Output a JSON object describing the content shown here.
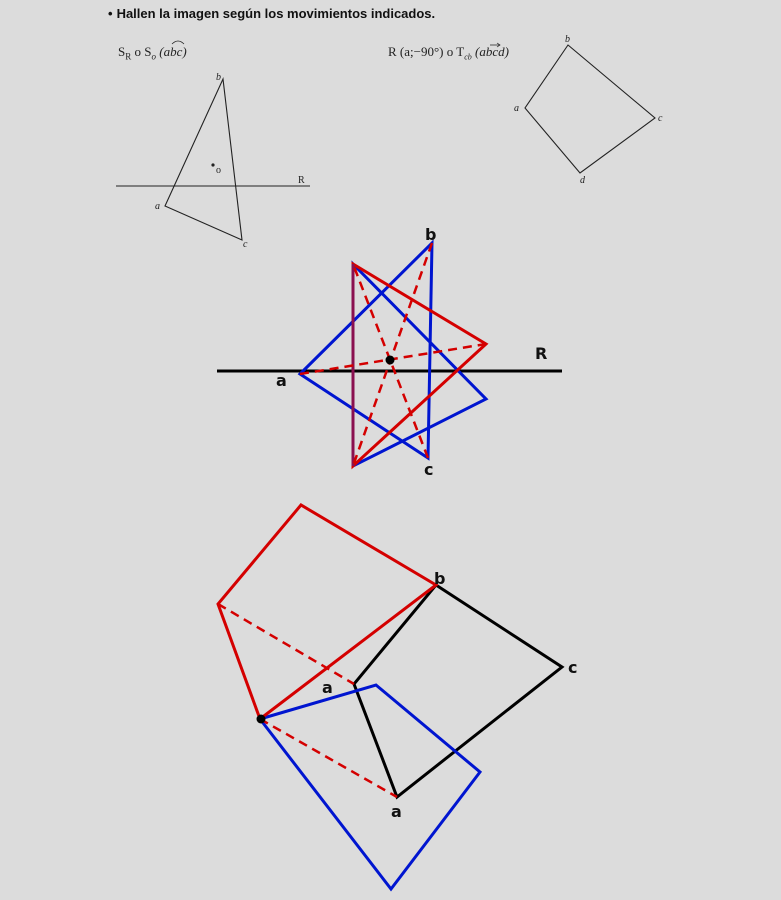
{
  "instruction": "Hallen la imagen según los movimientos indicados.",
  "task1": {
    "label_prefix": "S",
    "label_sub1": "R",
    "label_mid": " o S",
    "label_sub2": "o",
    "label_arg": " (abc)",
    "points": {
      "a": "a",
      "b": "b",
      "c": "c",
      "o": "o",
      "line": "R"
    }
  },
  "task2": {
    "label": "R (a;−90°) o T",
    "label_sub": "cb",
    "label_arg": " (abcd)",
    "points": {
      "a": "a",
      "b": "b",
      "c": "c",
      "d": "d"
    }
  },
  "solution1": {
    "a": "a",
    "b": "b",
    "c": "c",
    "line": "R"
  },
  "solution2": {
    "a1": "a",
    "a2": "a",
    "b": "b",
    "c": "c"
  },
  "colors": {
    "red": "#d40000",
    "blue": "#0015d0",
    "black": "#000000",
    "purple": "#8a1050"
  }
}
